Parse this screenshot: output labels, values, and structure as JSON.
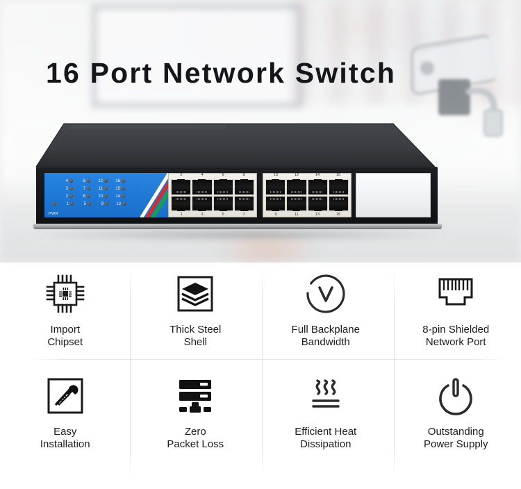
{
  "hero": {
    "title": "16 Port Network Switch",
    "background_description": "blurred office interior with monitor and shelving",
    "camera_icon": "cctv-camera-icon"
  },
  "device": {
    "name": "16-port rack network switch",
    "chassis_color": "#16181b",
    "panel_color": "#1f7ad8",
    "accent_stripe_colors": [
      "#ffffff",
      "#d22f2f",
      "#18a04a"
    ],
    "led_panel": {
      "power_label": "PWR",
      "rows": [
        [
          "4",
          "8",
          "12",
          "16"
        ],
        [
          "3",
          "7",
          "11",
          "15"
        ],
        [
          "2",
          "6",
          "10",
          "14"
        ],
        [
          "1",
          "5",
          "9",
          "13"
        ]
      ]
    },
    "port_blocks": [
      {
        "top_numbers": [
          "2",
          "4",
          "6",
          "8"
        ],
        "bottom_numbers": [
          "1",
          "3",
          "5",
          "7"
        ]
      },
      {
        "top_numbers": [
          "10",
          "12",
          "14",
          "16"
        ],
        "bottom_numbers": [
          "9",
          "11",
          "13",
          "15"
        ]
      }
    ],
    "blank_panel_label": ""
  },
  "features": {
    "rows": [
      [
        {
          "icon": "cpu-chip-icon",
          "label": "Import\nChipset"
        },
        {
          "icon": "steel-layers-icon",
          "label": "Thick Steel\nShell"
        },
        {
          "icon": "v-circle-icon",
          "label": "Full Backplane\nBandwidth"
        },
        {
          "icon": "rj45-port-icon",
          "label": "8-pin Shielded\nNetwork Port"
        }
      ],
      [
        {
          "icon": "tools-icon",
          "label": "Easy\nInstallation"
        },
        {
          "icon": "server-rack-icon",
          "label": "Zero\nPacket Loss"
        },
        {
          "icon": "heat-waves-icon",
          "label": "Efficient Heat\nDissipation"
        },
        {
          "icon": "power-button-icon",
          "label": "Outstanding\nPower Supply"
        }
      ]
    ]
  }
}
